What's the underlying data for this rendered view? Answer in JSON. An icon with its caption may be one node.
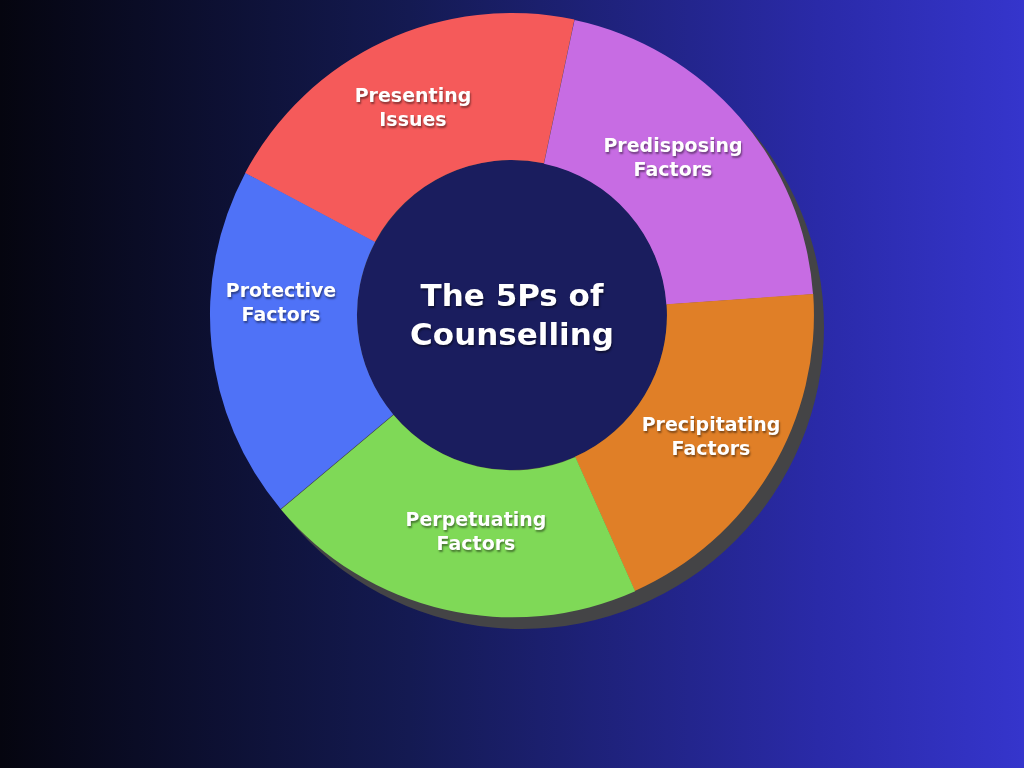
{
  "diagram": {
    "nodes": [
      {
        "text": [
          "The 5Ps of Counselling"
        ]
      },
      {
        "text": [
          "Presenting Issues"
        ]
      },
      {
        "text": [
          "Predisposing Factors"
        ]
      },
      {
        "text": [
          "Precipitating Factors"
        ]
      },
      {
        "text": [
          "Perpetuating Factors"
        ]
      },
      {
        "text": [
          "Protective Factors"
        ]
      }
    ]
  }
}
